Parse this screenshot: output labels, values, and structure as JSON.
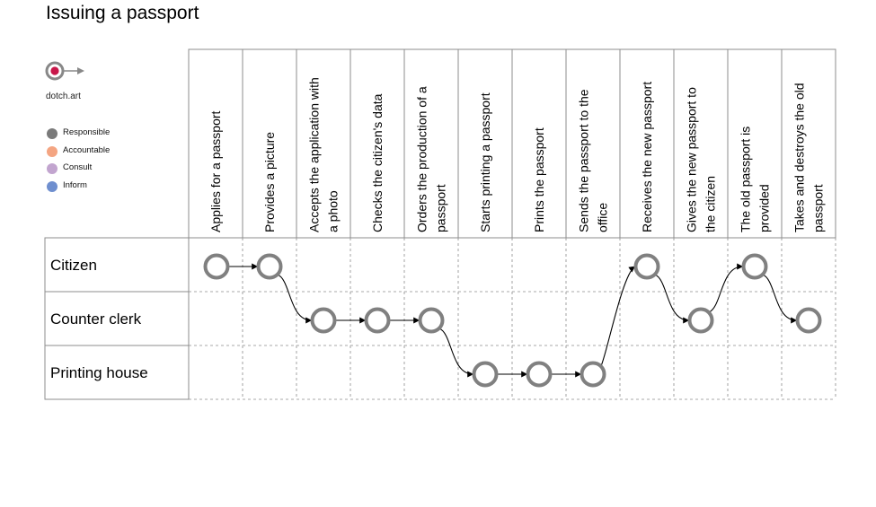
{
  "title": "Issuing a passport",
  "brand": "dotch.art",
  "logo_icon": "record-arrow-icon",
  "legend": [
    {
      "label": "Responsible",
      "color": "#7a7a7a"
    },
    {
      "label": "Accountable",
      "color": "#f4a582"
    },
    {
      "label": "Consult",
      "color": "#c2a5cf"
    },
    {
      "label": "Inform",
      "color": "#6f8fcf"
    }
  ],
  "roles": [
    "Citizen",
    "Counter clerk",
    "Printing house"
  ],
  "steps": [
    {
      "label": [
        "Applies for a passport"
      ],
      "role": 0
    },
    {
      "label": [
        "Provides a picture"
      ],
      "role": 0
    },
    {
      "label": [
        "Accepts the application with",
        "a photo"
      ],
      "role": 1
    },
    {
      "label": [
        "Checks the citizen's data"
      ],
      "role": 1
    },
    {
      "label": [
        "Orders the production of a",
        "passport"
      ],
      "role": 1
    },
    {
      "label": [
        "Starts printing a passport"
      ],
      "role": 2
    },
    {
      "label": [
        "Prints the passport"
      ],
      "role": 2
    },
    {
      "label": [
        "Sends the passport to the",
        "office"
      ],
      "role": 2
    },
    {
      "label": [
        "Receives the new passport"
      ],
      "role": 0
    },
    {
      "label": [
        "Gives the new passport to",
        "the citizen"
      ],
      "role": 1
    },
    {
      "label": [
        "The old passport is",
        "provided"
      ],
      "role": 0
    },
    {
      "label": [
        "Takes and destroys the old",
        "passport"
      ],
      "role": 1
    }
  ],
  "colors": {
    "node": "#808080",
    "line": "#000000",
    "grid": "#8c8c8c",
    "logo_red": "#c8174a"
  }
}
